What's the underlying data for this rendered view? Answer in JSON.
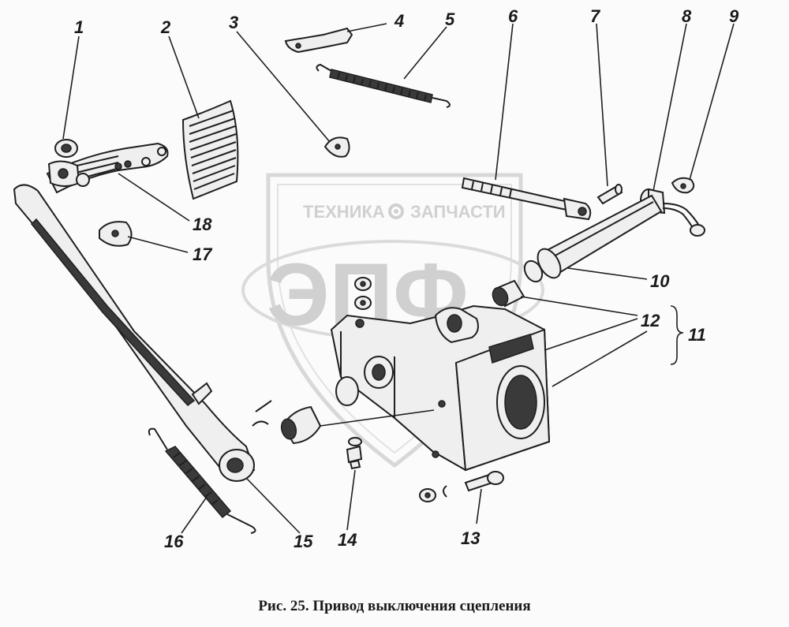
{
  "caption": "Рис. 25. Привод выключения сцепления",
  "watermark": {
    "line1_left": "ТЕХНИКА",
    "line1_right": "ЗАПЧАСТИ",
    "logo": "ЭПФ",
    "gear_icon": "gear-icon"
  },
  "callouts": {
    "c1": "1",
    "c2": "2",
    "c3": "3",
    "c4": "4",
    "c5": "5",
    "c6": "6",
    "c7": "7",
    "c8": "8",
    "c9": "9",
    "c10": "10",
    "c11": "11",
    "c12": "12",
    "c13": "13",
    "c14": "14",
    "c15": "15",
    "c16": "16",
    "c17": "17",
    "c18": "18"
  }
}
